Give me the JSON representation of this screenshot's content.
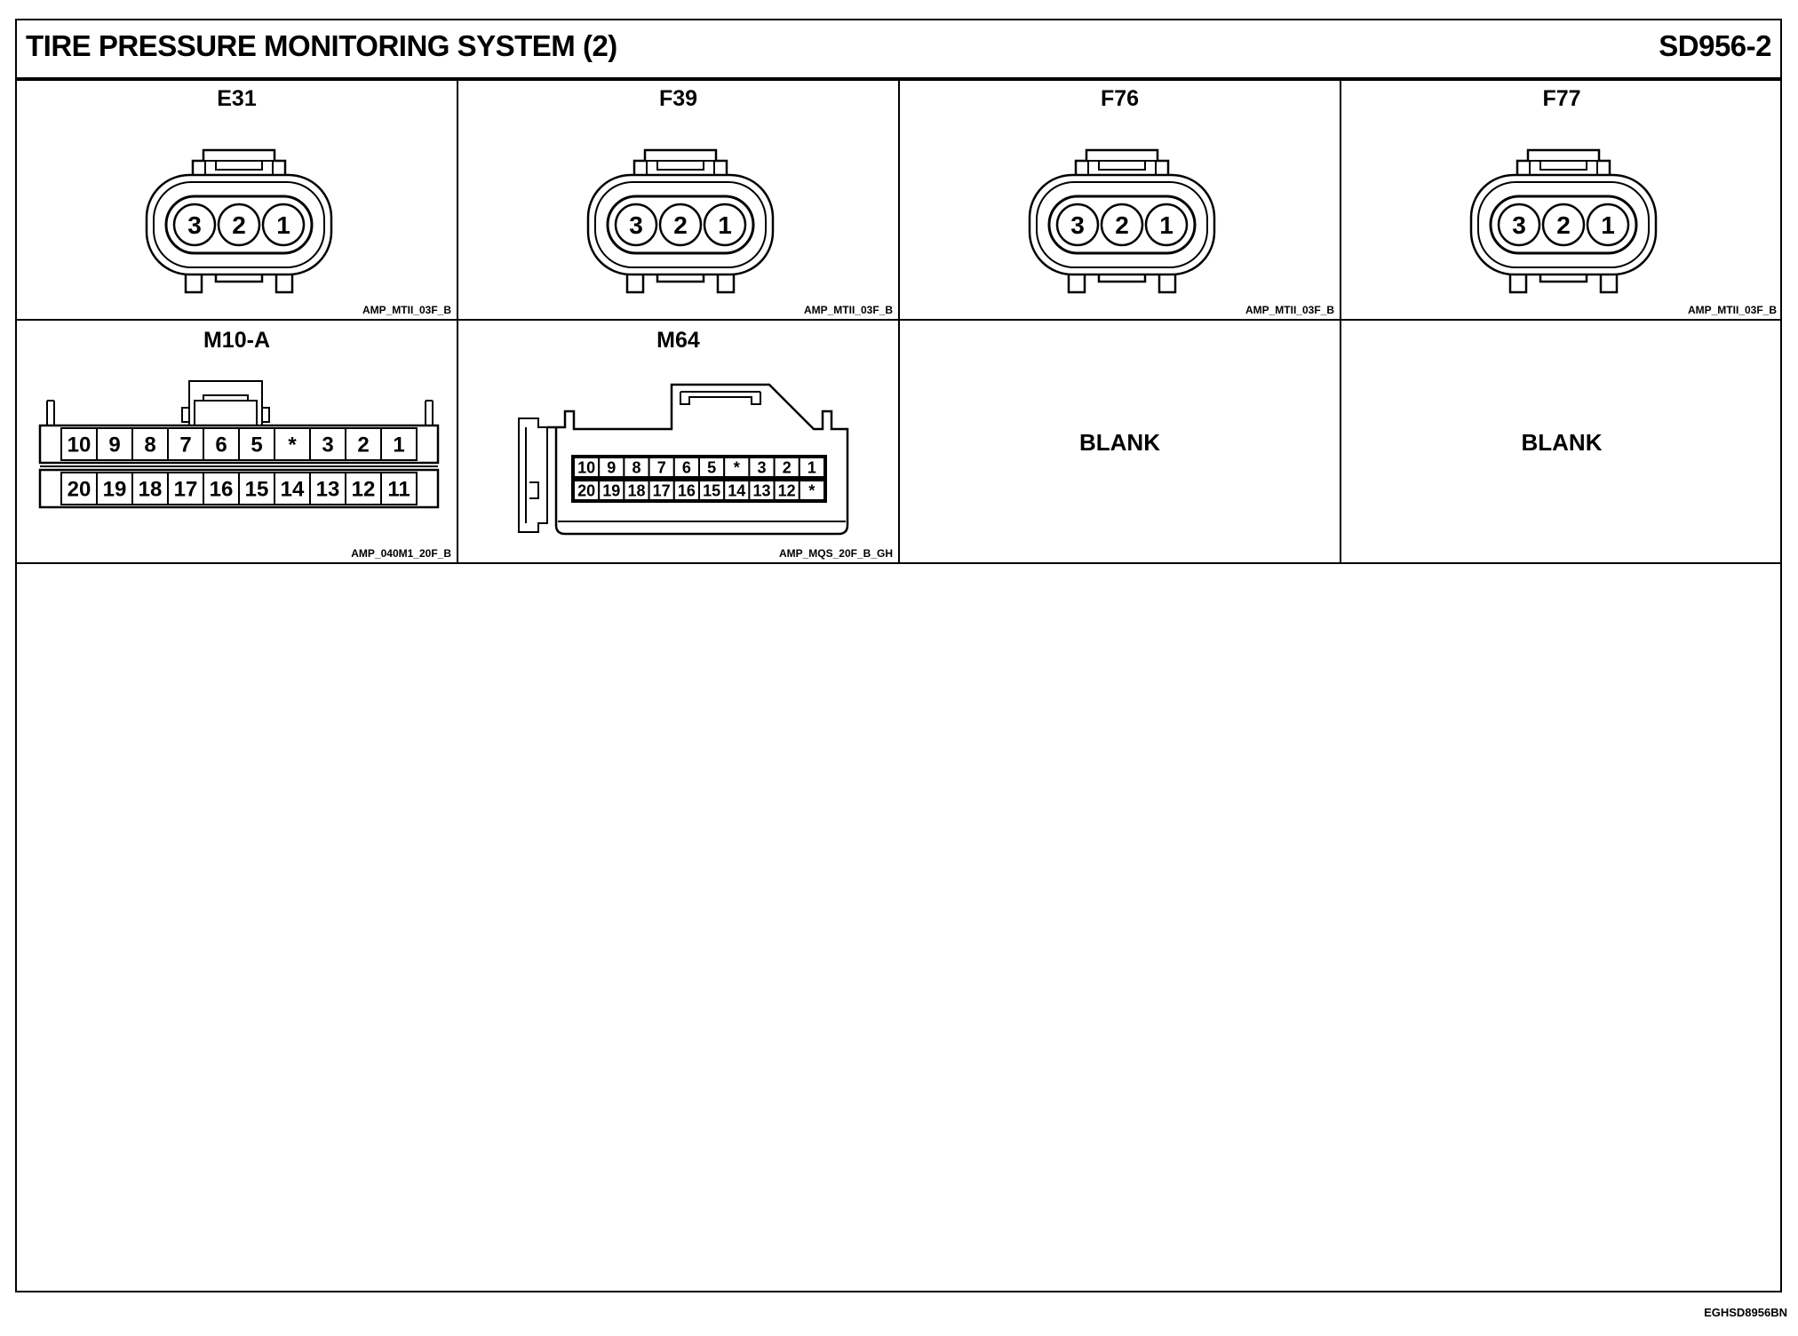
{
  "header": {
    "title": "TIRE PRESSURE MONITORING SYSTEM (2)",
    "code": "SD956-2"
  },
  "connectors": [
    {
      "name": "E31",
      "type": "AMP_MTII_03F_B",
      "pins": [
        "3",
        "2",
        "1"
      ]
    },
    {
      "name": "F39",
      "type": "AMP_MTII_03F_B",
      "pins": [
        "3",
        "2",
        "1"
      ]
    },
    {
      "name": "F76",
      "type": "AMP_MTII_03F_B",
      "pins": [
        "3",
        "2",
        "1"
      ]
    },
    {
      "name": "F77",
      "type": "AMP_MTII_03F_B",
      "pins": [
        "3",
        "2",
        "1"
      ]
    },
    {
      "name": "M10-A",
      "type": "AMP_040M1_20F_B",
      "row1": [
        "10",
        "9",
        "8",
        "7",
        "6",
        "5",
        "*",
        "3",
        "2",
        "1"
      ],
      "row2": [
        "20",
        "19",
        "18",
        "17",
        "16",
        "15",
        "14",
        "13",
        "12",
        "11"
      ]
    },
    {
      "name": "M64",
      "type": "AMP_MQS_20F_B_GH",
      "row1": [
        "10",
        "9",
        "8",
        "7",
        "6",
        "5",
        "*",
        "3",
        "2",
        "1"
      ],
      "row2": [
        "20",
        "19",
        "18",
        "17",
        "16",
        "15",
        "14",
        "13",
        "12",
        "*"
      ]
    }
  ],
  "blanks": [
    "BLANK",
    "BLANK"
  ],
  "footer": {
    "code": "EGHSD8956BN"
  }
}
